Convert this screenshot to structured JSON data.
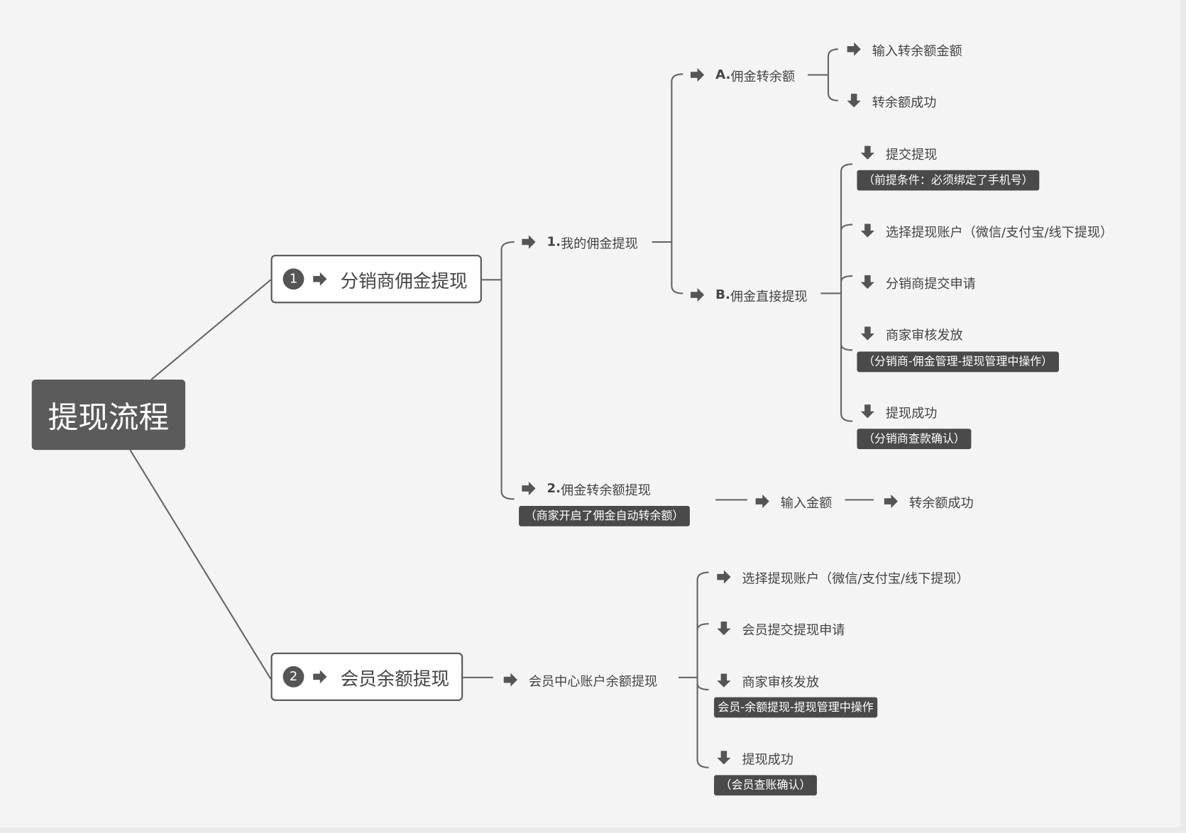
{
  "root": {
    "label": "提现流程"
  },
  "branch1": {
    "number": "1",
    "label": "分销商佣金提现",
    "sub1": {
      "prefix": "1.",
      "label": "我的佣金提现",
      "a": {
        "prefix": "A.",
        "label": "佣金转余额",
        "steps": [
          "输入转余额金额",
          "转余额成功"
        ]
      },
      "b": {
        "prefix": "B.",
        "label": "佣金直接提现",
        "steps": [
          "提交提现",
          "选择提现账户（微信/支付宝/线下提现）",
          "分销商提交申请",
          "商家审核发放",
          "提现成功"
        ],
        "notes": [
          "（前提条件：必须绑定了手机号）",
          "（分销商-佣金管理-提现管理中操作）",
          "（分销商查款确认）"
        ]
      }
    },
    "sub2": {
      "prefix": "2.",
      "label": "佣金转余额提现",
      "note": "（商家开启了佣金自动转余额）",
      "steps": [
        "输入金额",
        "转余额成功"
      ]
    }
  },
  "branch2": {
    "number": "2",
    "label": "会员余额提现",
    "sub": {
      "label": "会员中心账户余额提现",
      "steps": [
        "选择提现账户（微信/支付宝/线下提现）",
        "会员提交提现申请",
        "商家审核发放",
        "提现成功"
      ],
      "notes": [
        "会员-余额提现-提现管理中操作",
        "（会员查账确认）"
      ]
    }
  },
  "colors": {
    "background": "#f4f4f4",
    "node_dark": "#5b5b5b",
    "line": "#666666",
    "note": "#4a4a4a"
  }
}
